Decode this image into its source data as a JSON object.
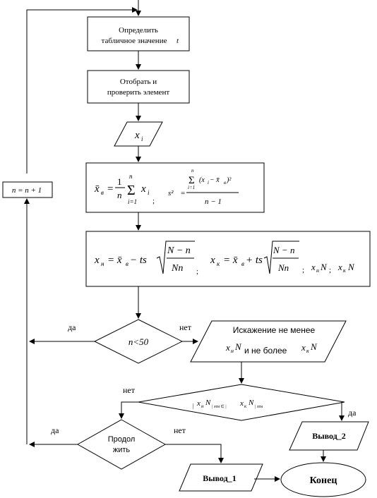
{
  "blocks": {
    "determine": {
      "line1": "Определить",
      "line2": "табличное значение",
      "var": "t"
    },
    "select": {
      "line1": "Отобрать и",
      "line2": "проверить  элемент"
    },
    "input_x": {
      "var": "x",
      "sub": "i"
    },
    "mean_var": {
      "mean_lhs": "x̄",
      "mean_sub": "в",
      "eq": "=",
      "frac_num": "1",
      "frac_den": "n",
      "sum_top": "n",
      "sum_bottom": "i=1",
      "sum_term": "x",
      "sum_term_sub": "i",
      "sep": ";",
      "s2": "s²",
      "var_num_top": "n",
      "var_num_bottom": "i=1",
      "var_num_expr": "(x",
      "var_num_expr2": " − x̄",
      "var_num_expr3": ")²",
      "var_den": "n − 1"
    },
    "bounds": {
      "xn": "x",
      "xn_sub": "н",
      "eq1": "= x̄",
      "eq1_sub": "в",
      "minus": " − ts",
      "root_num": "N − n",
      "root_den": "Nn",
      "sep1": ";",
      "xk": "x",
      "xk_sub": "к",
      "eq2": "= x̄",
      "eq2_sub": "в",
      "plus": " + ts",
      "root_num2": "N − n",
      "root_den2": "Nn",
      "sep2": ";",
      "tail1": "x",
      "tail1_sub": "н",
      "tail1_N": "N",
      "sep3": ";",
      "tail2": "x",
      "tail2_sub": "к",
      "tail2_N": "N"
    },
    "n_update": "n = n + 1",
    "cond_n": "n<50",
    "distortion": {
      "line1": "Искажение не менее",
      "x1": "x",
      "x1_sub": "н",
      "N1": "N",
      "mid": "и не более",
      "x2": "x",
      "x2_sub": "к",
      "N2": "N"
    },
    "cond_range": {
      "x1": "x",
      "x1_sub": "н",
      "N1": "N",
      "sub1": "| эти ∈ |",
      "x2": "x",
      "x2_sub": "к",
      "N2": "N",
      "sub2": "| эти"
    },
    "continue": {
      "line1": "Продол",
      "line2": "жить"
    },
    "out1": "Вывод_1",
    "out2": "Вывод_2",
    "end": "Конец"
  },
  "labels": {
    "yes_left": "да",
    "no_right": "нет",
    "no_range": "нет",
    "yes_range": "да",
    "yes_continue": "да",
    "no_continue": "нет"
  }
}
